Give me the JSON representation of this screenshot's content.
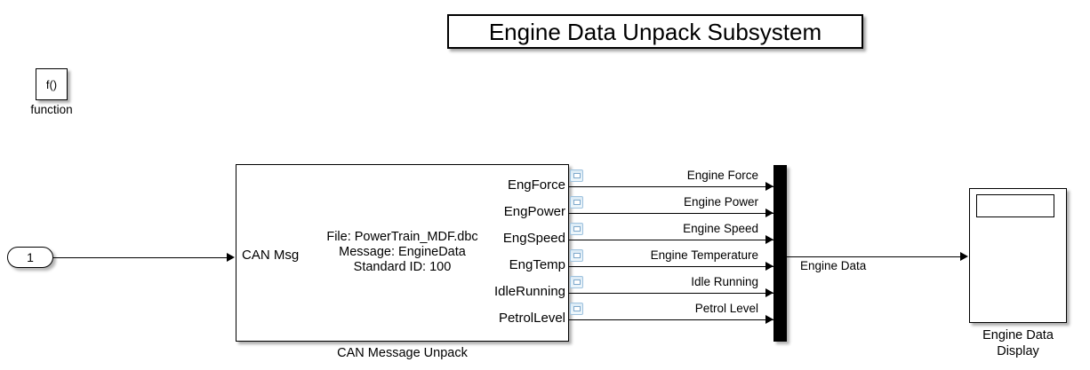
{
  "diagram": {
    "title": "Engine Data Unpack Subsystem",
    "function_block": {
      "glyph": "f()",
      "label": "function"
    },
    "inport": {
      "number": "1"
    },
    "unpack_block": {
      "caption": "CAN Message Unpack",
      "input_label": "CAN Msg",
      "parameters": [
        "File: PowerTrain_MDF.dbc",
        "Message: EngineData",
        "Standard ID: 100"
      ],
      "outputs": [
        {
          "port_label": "EngForce",
          "signal_label": "Engine Force"
        },
        {
          "port_label": "EngPower",
          "signal_label": "Engine Power"
        },
        {
          "port_label": "EngSpeed",
          "signal_label": "Engine Speed"
        },
        {
          "port_label": "EngTemp",
          "signal_label": "Engine Temperature"
        },
        {
          "port_label": "IdleRunning",
          "signal_label": "Idle Running"
        },
        {
          "port_label": "PetrolLevel",
          "signal_label": "Petrol Level"
        }
      ]
    },
    "mux": {
      "output_signal_label": "Engine Data"
    },
    "display_block": {
      "caption_line1": "Engine Data",
      "caption_line2": "Display"
    }
  }
}
